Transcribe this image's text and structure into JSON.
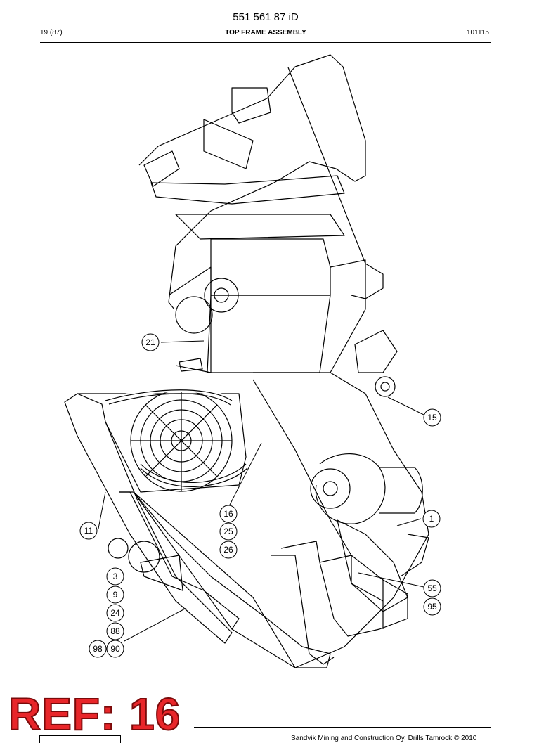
{
  "header": {
    "doc_number": "551 561 87 iD",
    "page_ref": "19 (87)",
    "title": "TOP FRAME ASSEMBLY",
    "date_code": "101115"
  },
  "callouts": {
    "c21": "21",
    "c15": "15",
    "c16": "16",
    "c25": "25",
    "c26": "26",
    "c1": "1",
    "c11": "11",
    "c3": "3",
    "c9": "9",
    "c24": "24",
    "c88": "88",
    "c98": "98",
    "c90": "90",
    "c55": "55",
    "c95": "95"
  },
  "stamp": {
    "label": "REF: 16"
  },
  "footer": {
    "copyright": "Sandvik Mining and Construction Oy, Drills Tamrock © 2010"
  }
}
